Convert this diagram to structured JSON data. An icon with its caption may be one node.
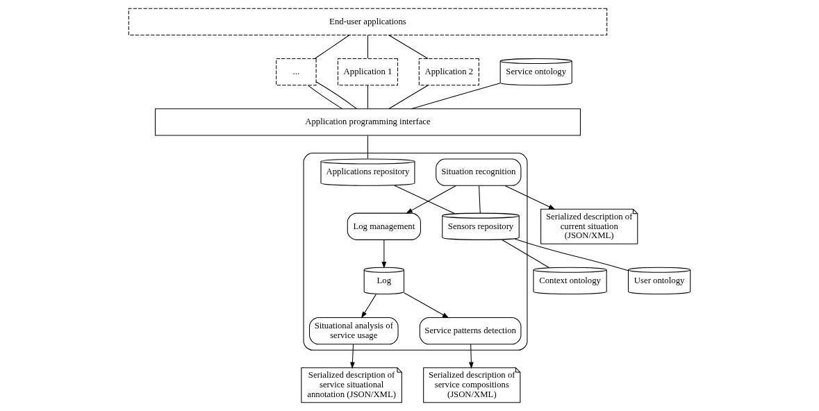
{
  "diagram": {
    "nodes": [
      {
        "text": [
          "End-user applications"
        ]
      },
      {
        "text": [
          "Application 1"
        ]
      },
      {
        "text": [
          "Application 2"
        ]
      },
      {
        "text": [
          "..."
        ]
      },
      {
        "text": [
          "Application programming interface"
        ]
      },
      {
        "text": [
          "Service ontology"
        ]
      },
      {
        "text": [],
        "shape": "box"
      },
      {
        "text": [
          "Log management"
        ],
        "in": 6
      },
      {
        "text": [
          "Log"
        ],
        "in": 6
      },
      {
        "text": [
          "Situational analysis of service usage"
        ],
        "in": 6
      },
      {
        "text": [
          "Situation recognition"
        ],
        "in": 6
      },
      {
        "text": [
          "Service patterns detection"
        ],
        "in": 6
      },
      {
        "text": [
          "Applications repository"
        ],
        "in": 6
      },
      {
        "text": [
          "Sensors repository"
        ],
        "in": 6
      },
      {
        "text": [
          "Context ontology"
        ]
      },
      {
        "text": [
          "User ontology"
        ]
      },
      {
        "text": [
          "Serialized description of current situation (JSON/XML)"
        ]
      },
      {
        "text": [
          "Serialized description of service compositions (JSON/XML)"
        ]
      },
      {
        "text": [
          "Serialized description of service situational annotation (JSON/XML)"
        ]
      }
    ],
    "edges": [
      {
        "from": 0,
        "to": 1,
        "arrow": "none"
      },
      {
        "from": 0,
        "to": 2,
        "arrow": "none"
      },
      {
        "from": 0,
        "to": 3,
        "arrow": "none"
      },
      {
        "from": 1,
        "to": 4,
        "arrow": "none"
      },
      {
        "from": 2,
        "to": 4,
        "arrow": "none"
      },
      {
        "from": 3,
        "to": 4,
        "arrow": "none"
      },
      {
        "from": 3,
        "to": 4,
        "arrow": "none"
      },
      {
        "from": 5,
        "to": 4,
        "arrow": "none"
      },
      {
        "from": 4,
        "to": 12,
        "arrow": "none"
      },
      {
        "from": 10,
        "to": 7,
        "arrow": "to"
      },
      {
        "from": 7,
        "to": 8,
        "arrow": "to"
      },
      {
        "from": 8,
        "to": 9,
        "arrow": "to"
      },
      {
        "from": 8,
        "to": 11,
        "arrow": "to"
      },
      {
        "from": 12,
        "to": 13,
        "arrow": "none"
      },
      {
        "from": 13,
        "to": 14,
        "arrow": "none"
      },
      {
        "from": 13,
        "to": 15,
        "arrow": "none"
      },
      {
        "from": 10,
        "to": 13,
        "arrow": "none"
      },
      {
        "from": 10,
        "to": 16,
        "arrow": "to"
      },
      {
        "from": 11,
        "to": 17,
        "arrow": "to"
      },
      {
        "from": 9,
        "to": 18,
        "arrow": "to"
      }
    ]
  }
}
